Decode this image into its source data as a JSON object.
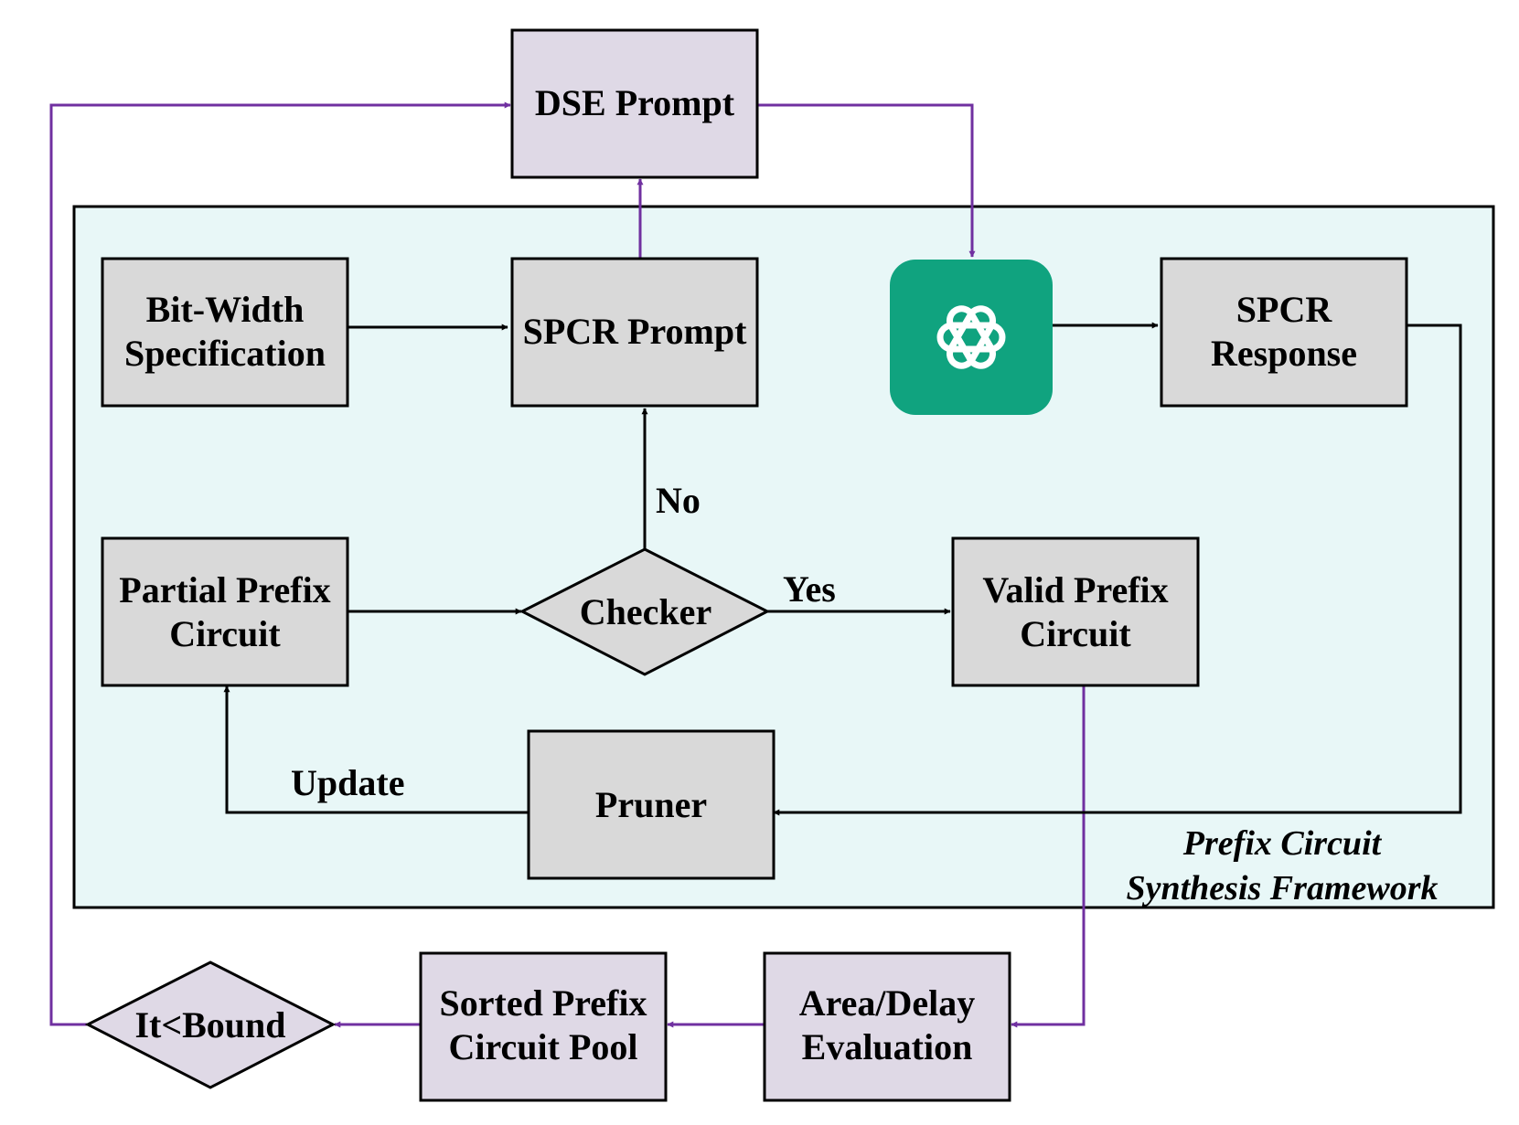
{
  "nodes": {
    "dse_prompt": "DSE Prompt",
    "bit_width": [
      "Bit-Width",
      "Specification"
    ],
    "spcr_prompt": "SPCR Prompt",
    "spcr_response": [
      "SPCR",
      "Response"
    ],
    "partial_prefix": [
      "Partial Prefix",
      "Circuit"
    ],
    "checker": "Checker",
    "valid_prefix": [
      "Valid Prefix",
      "Circuit"
    ],
    "pruner": "Pruner",
    "sorted_pool": [
      "Sorted Prefix",
      "Circuit Pool"
    ],
    "area_delay": [
      "Area/Delay",
      "Evaluation"
    ],
    "it_bound": "It<Bound"
  },
  "edge_labels": {
    "no": "No",
    "yes": "Yes",
    "update": "Update"
  },
  "framework_label": [
    "Prefix Circuit",
    "Synthesis Framework"
  ],
  "icons": {
    "llm": "openai-logo-icon"
  },
  "colors": {
    "gray_box": "#d9d9d9",
    "purple_box": "#dfd9e6",
    "framework_bg": "#e8f7f7",
    "purple_edge": "#7030a0",
    "llm_green": "#10a37f"
  }
}
